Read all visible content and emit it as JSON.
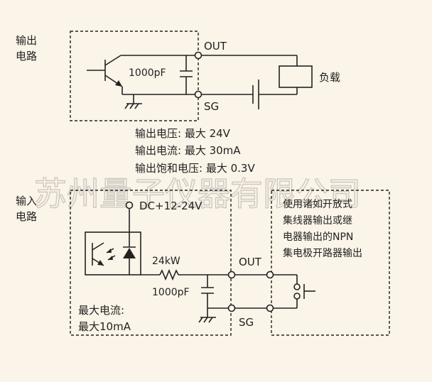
{
  "output_section": {
    "title_line1": "输出",
    "title_line2": "电路",
    "capacitor": "1000pF",
    "out_label": "OUT",
    "sg_label": "SG",
    "load_label": "负载",
    "specs": [
      "输出电压: 最大 24V",
      "输出电流: 最大 30mA",
      "输出饱和电压: 最大 0.3V"
    ]
  },
  "watermark": "苏州量子仪器有限公司",
  "input_section": {
    "title_line1": "输入",
    "title_line2": "电路",
    "dc_label": "DC+12-24V",
    "resistor": "24kW",
    "capacitor": "1000pF",
    "out_label": "OUT",
    "sg_label": "SG",
    "max_current_line1": "最大电流:",
    "max_current_line2": "最大10mA",
    "note_lines": [
      "使用诸如开放式",
      "集线器输出或继",
      "电器输出的NPN",
      "集电极开路器输出"
    ]
  }
}
